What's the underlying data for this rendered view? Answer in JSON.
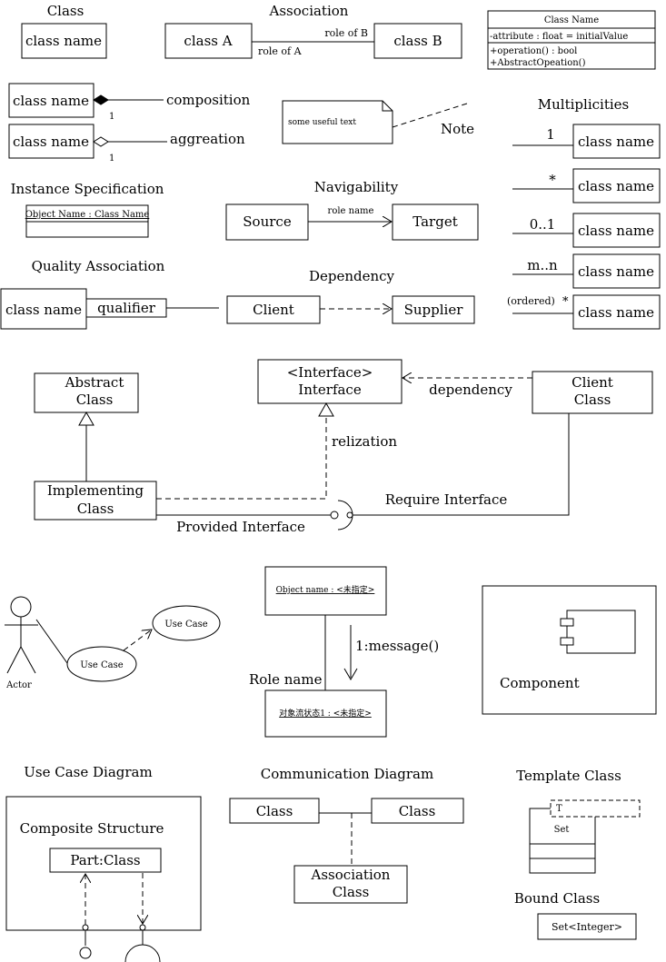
{
  "class_section": {
    "title": "Class",
    "box": "class name"
  },
  "association": {
    "title": "Association",
    "class_a": "class A",
    "class_b": "class B",
    "role_b": "role of B",
    "role_a": "role of A"
  },
  "class_detail": {
    "name": "Class Name",
    "attribute": "-attribute : float = initialValue",
    "op1": "+operation() : bool",
    "op2": "+AbstractOpeation()"
  },
  "composition": {
    "box": "class name",
    "label": "composition",
    "mult": "1"
  },
  "aggregation": {
    "box": "class name",
    "label": "aggreation",
    "mult": "1"
  },
  "note": {
    "text": "some useful text",
    "label": "Note"
  },
  "multiplicities": {
    "title": "Multiplicities",
    "rows": [
      {
        "mult": "1",
        "box": "class name"
      },
      {
        "mult": "*",
        "box": "class name"
      },
      {
        "mult": "0..1",
        "box": "class name"
      },
      {
        "mult": "m..n",
        "box": "class name"
      },
      {
        "mult_prefix": "(ordered)",
        "mult": "*",
        "box": "class name"
      }
    ]
  },
  "instance": {
    "title": "Instance Specification",
    "label": "Object Name : Class Name"
  },
  "navigability": {
    "title": "Navigability",
    "source": "Source",
    "target": "Target",
    "role": "role name"
  },
  "qualified": {
    "title": "Quality Association",
    "box": "class name",
    "qualifier": "qualifier"
  },
  "dependency": {
    "title": "Dependency",
    "client": "Client",
    "supplier": "Supplier"
  },
  "interface_section": {
    "abstract_l1": "Abstract",
    "abstract_l2": "Class",
    "interface_l1": "<Interface>",
    "interface_l2": "Interface",
    "client_l1": "Client",
    "client_l2": "Class",
    "impl_l1": "Implementing",
    "impl_l2": "Class",
    "dependency": "dependency",
    "realization": "relization",
    "require": "Require Interface",
    "provided": "Provided Interface"
  },
  "use_case": {
    "actor": "Actor",
    "uc1": "Use Case",
    "uc2": "Use Case",
    "title": "Use Case Diagram"
  },
  "sequence": {
    "object1": "Object name : <未指定>",
    "object2": "对象流状态1 : <未指定>",
    "message": "1:message()",
    "role": "Role name"
  },
  "component": {
    "label": "Component"
  },
  "communication": {
    "title": "Communication Diagram",
    "class1": "Class",
    "class2": "Class",
    "assoc_l1": "Association",
    "assoc_l2": "Class"
  },
  "template": {
    "title": "Template Class",
    "param": "T",
    "name": "Set"
  },
  "bound": {
    "title": "Bound Class",
    "name": "Set<Integer>"
  },
  "composite": {
    "title": "Composite Structure",
    "part": "Part:Class"
  }
}
